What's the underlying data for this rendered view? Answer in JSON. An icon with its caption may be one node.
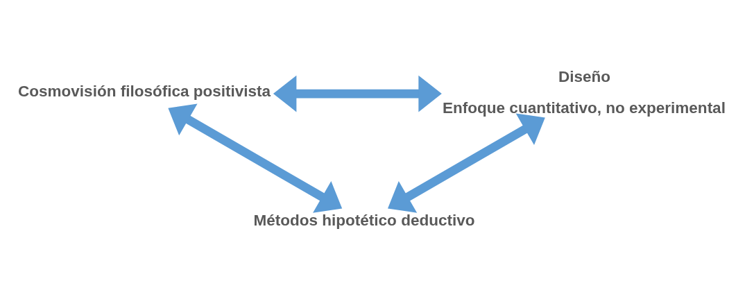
{
  "diagram": {
    "nodes": [
      {
        "text": [
          "Cosmovisión filosófica positivista"
        ]
      },
      {
        "text": [
          "Diseño",
          "Enfoque cuantitativo, no experimental"
        ]
      },
      {
        "text": [
          "Métodos hipotético deductivo"
        ]
      }
    ],
    "edges": [
      {
        "from": 0,
        "to": 1,
        "arrow": "both"
      },
      {
        "from": 0,
        "to": 2,
        "arrow": "both"
      },
      {
        "from": 1,
        "to": 2,
        "arrow": "both"
      }
    ]
  }
}
